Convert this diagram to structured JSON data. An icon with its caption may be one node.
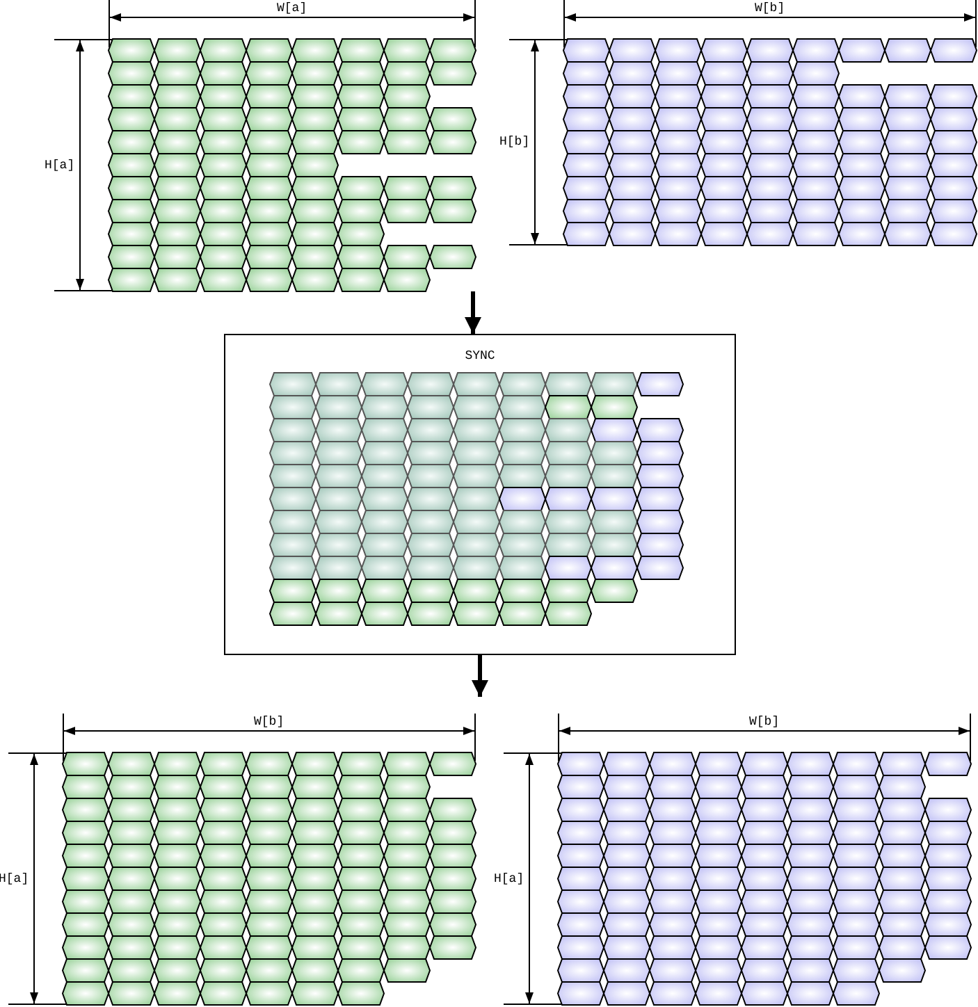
{
  "diagram": {
    "nodes": [
      {
        "text": [],
        "shape": "picture"
      },
      {
        "text": [],
        "shape": "picture"
      },
      {
        "text": [
          "SYNC"
        ]
      },
      {
        "text": [],
        "shape": "picture"
      },
      {
        "text": [],
        "shape": "picture"
      }
    ],
    "edges": [
      {
        "from": 0,
        "to": 2,
        "arrow": "to"
      },
      {
        "from": 2,
        "to": null,
        "arrow": "to"
      }
    ],
    "labels": [
      "W[a]",
      "W[b]",
      "H[a]",
      "H[b]",
      "W[b]",
      "W[b]",
      "H[a]",
      "H[a]"
    ]
  }
}
